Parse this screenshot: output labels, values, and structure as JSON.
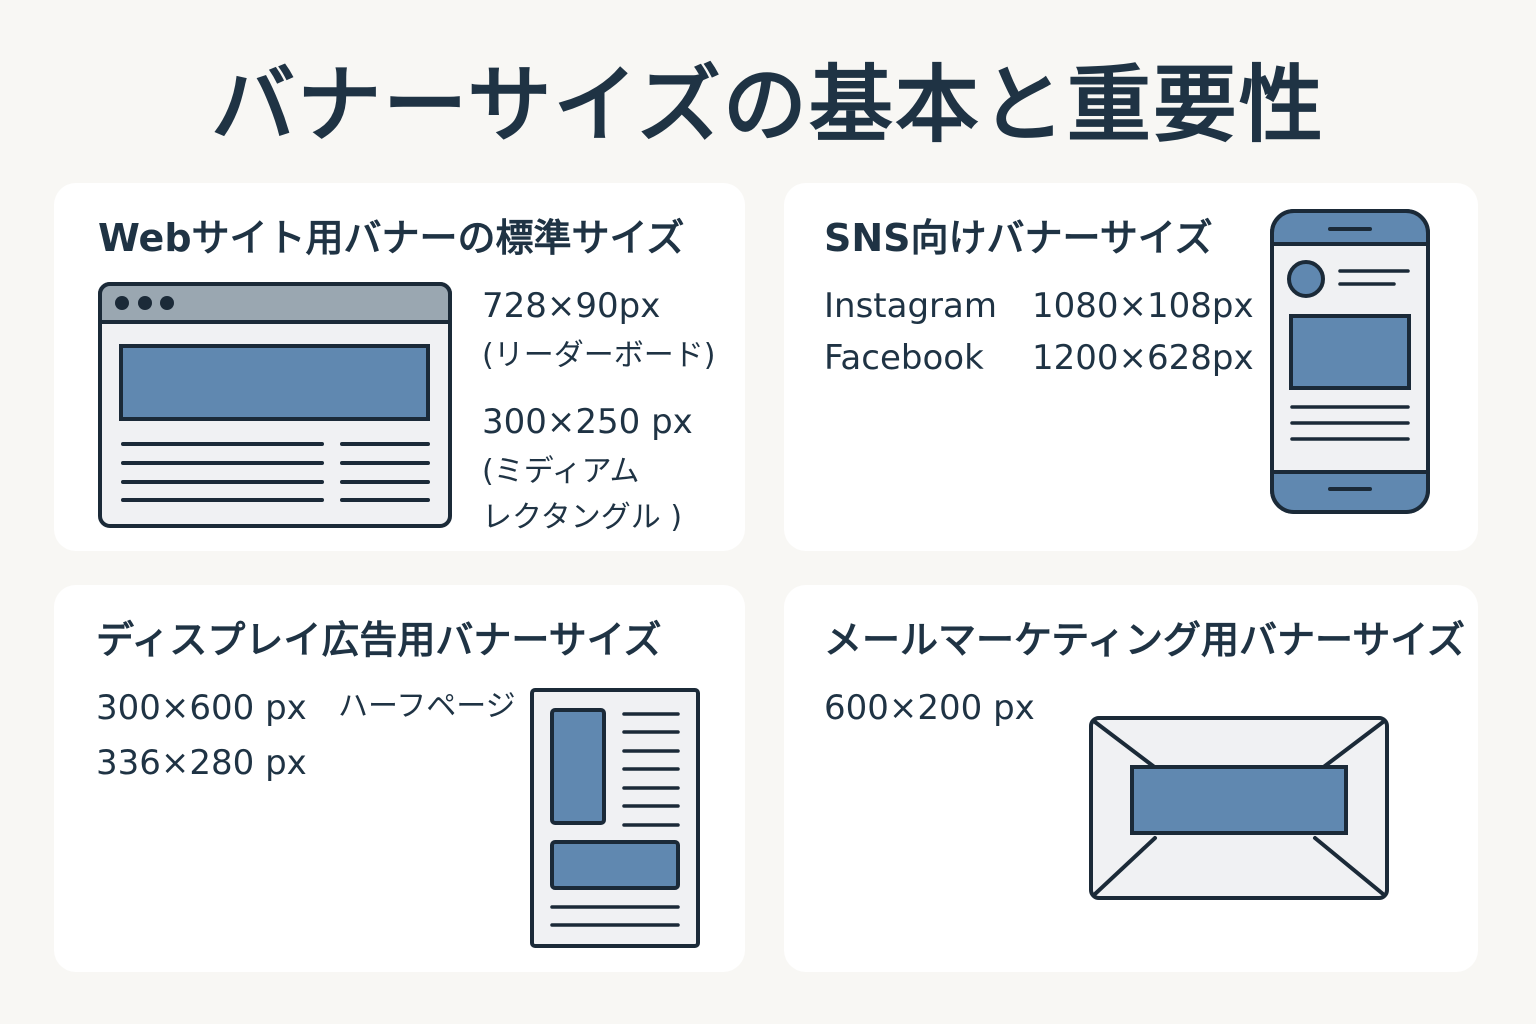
{
  "title": "バナーサイズの基本と重要性",
  "colors": {
    "background": "#f8f7f4",
    "card": "#ffffff",
    "text": "#1f3344",
    "outline": "#1b2a38",
    "accent_blue": "#6088b0",
    "screen_gray": "#f0f1f3",
    "titlebar_gray": "#9aa7b1"
  },
  "sections": {
    "website": {
      "heading": "Webサイト用バナーの標準サイズ",
      "icon": "browser-window-icon",
      "items": [
        {
          "size": "728×90px",
          "note": "(リーダーボード)"
        },
        {
          "size": "300×250 px",
          "note_line1": "(ミディアム",
          "note_line2": "レクタングル )"
        }
      ]
    },
    "sns": {
      "heading": "SNS向けバナーサイズ",
      "icon": "smartphone-icon",
      "items": [
        {
          "platform": "Instagram",
          "size": "1080×108px"
        },
        {
          "platform": "Facebook",
          "size": "1200×628px"
        }
      ]
    },
    "display": {
      "heading": "ディスプレイ広告用バナーサイズ",
      "icon": "document-layout-icon",
      "items": [
        {
          "size": "300×600 px",
          "note": "ハーフページ"
        },
        {
          "size": "336×280 px"
        }
      ]
    },
    "email": {
      "heading": "メールマーケティング用バナーサイズ",
      "icon": "envelope-icon",
      "items": [
        {
          "size": "600×200 px"
        }
      ]
    }
  }
}
